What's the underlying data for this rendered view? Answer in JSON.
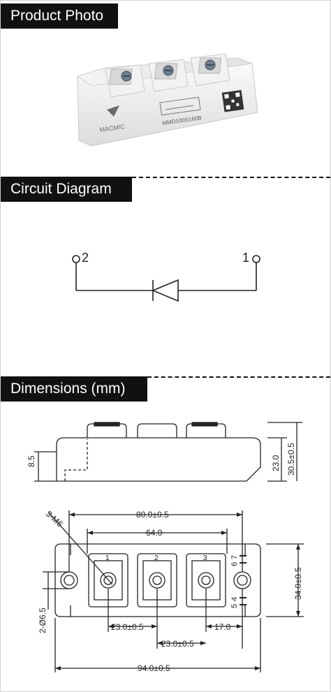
{
  "sections": {
    "product_photo": {
      "title": "Product Photo"
    },
    "circuit_diagram": {
      "title": "Circuit Diagram"
    },
    "dimensions": {
      "title": "Dimensions (mm)"
    }
  },
  "product": {
    "brand": "MACMIC",
    "part_number": "MMD100S160B"
  },
  "circuit": {
    "terminal_left": "2",
    "terminal_right": "1"
  },
  "side_view": {
    "dim_left": "8.5",
    "dim_body": "23.0",
    "dim_total": "30.5±0.5"
  },
  "top_view": {
    "thread": "3-M6",
    "dim_mount_spacing": "80.0±0.5",
    "dim_inner": "64.0",
    "dim_width": "34.0±0.5",
    "dim_hole": "2-Ø6.5",
    "dim_pitch_1": "23.0±0.5",
    "dim_pitch_2": "23.0±0.5",
    "dim_offset": "17.0",
    "dim_length": "94.0±0.5",
    "terminal_1": "1",
    "terminal_2": "2",
    "terminal_3": "3",
    "pin_7": "7",
    "pin_6": "6",
    "pin_4": "4",
    "pin_5": "5"
  },
  "colors": {
    "header_bg": "#111111",
    "header_text": "#ffffff",
    "line": "#222222"
  }
}
